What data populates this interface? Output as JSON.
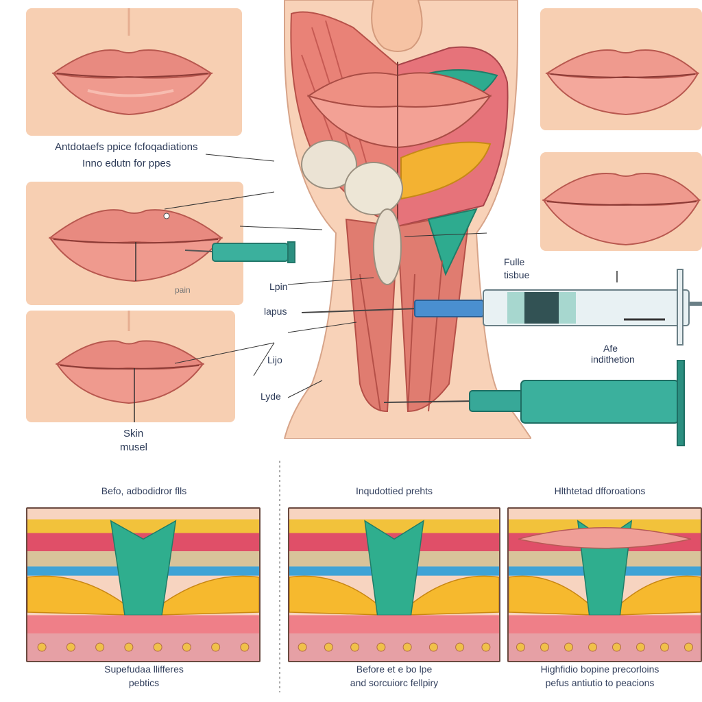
{
  "labels": {
    "top_left_line1": "Antdotaefs ppice fcfoqadiations",
    "top_left_line2": "Inno edutn for ppes",
    "lpin_left": "pain",
    "lpin": "Lpin",
    "lapus": "lapus",
    "lijo": "Lijo",
    "lyde": "Lyde",
    "skin": "Skin",
    "musel": "musel",
    "fulle": "Fulle",
    "tisbue": "tisbue",
    "afe": "Afe",
    "inditation": "indithetion"
  },
  "sections": [
    {
      "heading": "Befo, adbodidror flls",
      "caption_line1": "Supefudaa llifferes",
      "caption_line2": "pebtics"
    },
    {
      "heading": "Inqudottied prehts",
      "caption_line1": "Before et e bo lpe",
      "caption_line2": "and sorcuiorc fellpiry"
    },
    {
      "heading": "Hlthtetad dfforoations",
      "caption_line1": "Highfidio bopine precorloins",
      "caption_line2": "pefus antiutio to peacions"
    }
  ]
}
